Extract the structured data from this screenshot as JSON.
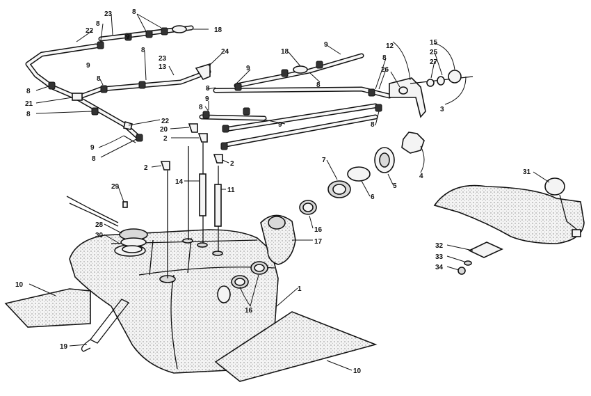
{
  "callouts": {
    "c1": "1",
    "c2a": "2",
    "c2b": "2",
    "c2c": "2",
    "c3": "3",
    "c4": "4",
    "c5": "5",
    "c6": "6",
    "c7": "7",
    "c8a": "8",
    "c8b": "8",
    "c8c": "8",
    "c8d": "8",
    "c8e": "8",
    "c8f": "8",
    "c8g": "8",
    "c8h": "8",
    "c8i": "8",
    "c8j": "8",
    "c8k": "8",
    "c8l": "8",
    "c9a": "9",
    "c9b": "9",
    "c9c": "9",
    "c9d": "9",
    "c9e": "9",
    "c9f": "9",
    "c9g": "9",
    "c10a": "10",
    "c10b": "10",
    "c11": "11",
    "c12": "12",
    "c13": "13",
    "c14": "14",
    "c15": "15",
    "c16a": "16",
    "c16b": "16",
    "c17": "17",
    "c18a": "18",
    "c18b": "18",
    "c19": "19",
    "c20": "20",
    "c21": "21",
    "c22a": "22",
    "c22b": "22",
    "c23a": "23",
    "c23b": "23",
    "c24": "24",
    "c25": "25",
    "c26": "26",
    "c27": "27",
    "c28": "28",
    "c29": "29",
    "c30": "30",
    "c31": "31",
    "c32": "32",
    "c33": "33",
    "c34": "34"
  }
}
